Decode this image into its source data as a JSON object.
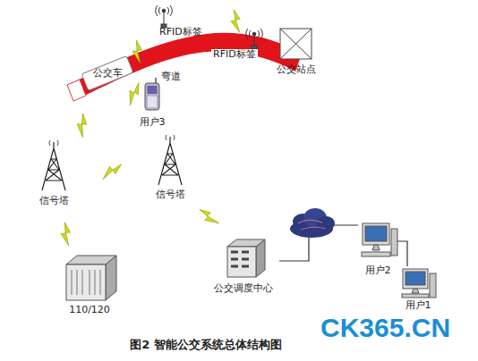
{
  "diagram": {
    "caption": "图2 智能公交系统总体结构图",
    "nodes": [
      {
        "text": [
          "公交车"
        ]
      },
      {
        "text": [
          "公交站点"
        ]
      },
      {
        "text": [
          "用户3"
        ]
      },
      {
        "text": [
          "信号塔"
        ]
      },
      {
        "text": [
          "信号塔"
        ]
      },
      {
        "text": [
          "110/120"
        ]
      },
      {
        "text": [
          "公交调度中心"
        ]
      },
      {
        "text": [
          "用户2"
        ]
      },
      {
        "text": [
          "用户1"
        ]
      }
    ],
    "edges": [
      {
        "from": 6,
        "to": 7,
        "arrow": "none"
      },
      {
        "from": 7,
        "to": 8,
        "arrow": "none"
      }
    ],
    "labels": [
      "RFID标签",
      "RFID标签",
      "弯道",
      "CK365.CN"
    ]
  }
}
